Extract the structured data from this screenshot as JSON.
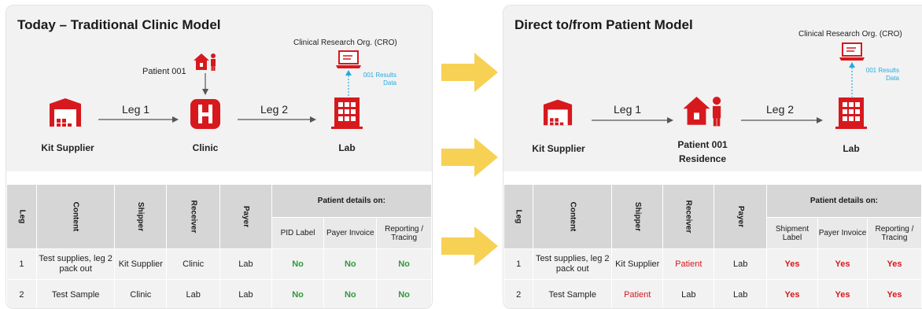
{
  "left_panel": {
    "title": "Today – Traditional Clinic Model",
    "cro_label": "Clinical Research Org. (CRO)",
    "results_label_1": "001 Results",
    "results_label_2": "Data",
    "patient_label": "Patient 001",
    "leg1": "Leg 1",
    "leg2": "Leg 2",
    "kit_supplier": "Kit Supplier",
    "clinic": "Clinic",
    "lab": "Lab"
  },
  "right_panel": {
    "title": "Direct to/from Patient Model",
    "cro_label": "Clinical Research Org. (CRO)",
    "results_label_1": "001 Results",
    "results_label_2": "Data",
    "leg1": "Leg 1",
    "leg2": "Leg 2",
    "kit_supplier": "Kit Supplier",
    "patient_line1": "Patient 001",
    "patient_line2": "Residence",
    "lab": "Lab"
  },
  "left_table": {
    "headers": {
      "leg": "Leg",
      "content": "Content",
      "shipper": "Shipper",
      "receiver": "Receiver",
      "payer": "Payer",
      "group": "Patient details on:"
    },
    "sub_headers": [
      "PID Label",
      "Payer Invoice",
      "Reporting / Tracing"
    ],
    "rows": [
      {
        "leg": "1",
        "content": "Test supplies, leg 2 pack out",
        "shipper": "Kit Supplier",
        "receiver": "Clinic",
        "payer": "Lab",
        "d1": "No",
        "d2": "No",
        "d3": "No"
      },
      {
        "leg": "2",
        "content": "Test Sample",
        "shipper": "Clinic",
        "receiver": "Lab",
        "payer": "Lab",
        "d1": "No",
        "d2": "No",
        "d3": "No"
      }
    ]
  },
  "right_table": {
    "headers": {
      "leg": "Leg",
      "content": "Content",
      "shipper": "Shipper",
      "receiver": "Receiver",
      "payer": "Payer",
      "group": "Patient details on:"
    },
    "sub_headers": [
      "Shipment Label",
      "Payer Invoice",
      "Reporting / Tracing"
    ],
    "rows": [
      {
        "leg": "1",
        "content": "Test supplies, leg 2 pack out",
        "shipper": "Kit Supplier",
        "receiver": "Patient",
        "payer": "Lab",
        "d1": "Yes",
        "d2": "Yes",
        "d3": "Yes"
      },
      {
        "leg": "2",
        "content": "Test Sample",
        "shipper": "Patient",
        "receiver": "Lab",
        "payer": "Lab",
        "d1": "Yes",
        "d2": "Yes",
        "d3": "Yes"
      }
    ]
  },
  "colors": {
    "accent_red": "#d7191e",
    "no_green": "#2e9a3c",
    "arrow_yellow": "#f7d154",
    "data_blue": "#29a8e0"
  }
}
